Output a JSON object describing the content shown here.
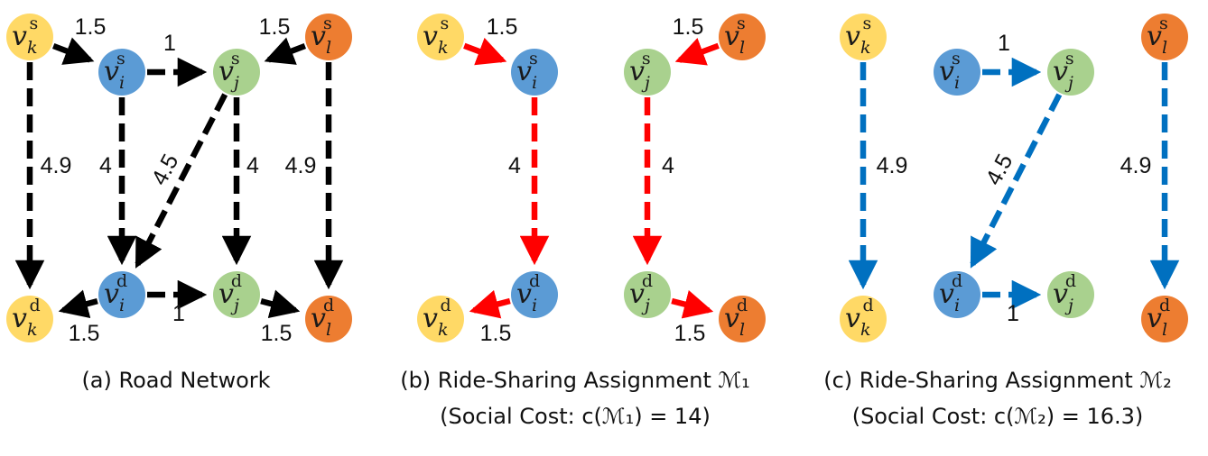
{
  "colors": {
    "k": "#ffd966",
    "i": "#5b9bd5",
    "j": "#a9d18e",
    "l": "#ed7d31",
    "black": "#000000",
    "red": "#ff0000",
    "blue": "#0070c0"
  },
  "node_text": {
    "base": "v",
    "source_sup": "s",
    "dest_sup": "d"
  },
  "panels": [
    {
      "id": "a",
      "caption_lines": [
        "(a) Road Network"
      ],
      "nodes": [
        {
          "id": "ks",
          "letter": "k",
          "type": "s"
        },
        {
          "id": "is",
          "letter": "i",
          "type": "s"
        },
        {
          "id": "js",
          "letter": "j",
          "type": "s"
        },
        {
          "id": "ls",
          "letter": "l",
          "type": "s"
        },
        {
          "id": "kd",
          "letter": "k",
          "type": "d"
        },
        {
          "id": "id",
          "letter": "i",
          "type": "d"
        },
        {
          "id": "jd",
          "letter": "j",
          "type": "d"
        },
        {
          "id": "ld",
          "letter": "l",
          "type": "d"
        }
      ],
      "edges": [
        {
          "from": "ks",
          "to": "is",
          "weight": "1.5",
          "style": "solid",
          "color": "black"
        },
        {
          "from": "is",
          "to": "js",
          "weight": "1",
          "style": "dashed",
          "color": "black"
        },
        {
          "from": "ls",
          "to": "js",
          "weight": "1.5",
          "style": "solid",
          "color": "black"
        },
        {
          "from": "ks",
          "to": "kd",
          "weight": "4.9",
          "style": "dashed",
          "color": "black"
        },
        {
          "from": "is",
          "to": "id",
          "weight": "4",
          "style": "dashed",
          "color": "black"
        },
        {
          "from": "js",
          "to": "id",
          "weight": "4.5",
          "style": "dashed",
          "color": "black"
        },
        {
          "from": "js",
          "to": "jd",
          "weight": "4",
          "style": "dashed",
          "color": "black"
        },
        {
          "from": "ls",
          "to": "ld",
          "weight": "4.9",
          "style": "dashed",
          "color": "black"
        },
        {
          "from": "id",
          "to": "kd",
          "weight": "1.5",
          "style": "solid",
          "color": "black"
        },
        {
          "from": "id",
          "to": "jd",
          "weight": "1",
          "style": "dashed",
          "color": "black"
        },
        {
          "from": "jd",
          "to": "ld",
          "weight": "1.5",
          "style": "solid",
          "color": "black"
        }
      ]
    },
    {
      "id": "b",
      "caption_lines": [
        "(b) Ride-Sharing Assignment ℳ₁",
        "(Social Cost: c(ℳ₁) = 14)"
      ],
      "nodes": [
        {
          "id": "ks",
          "letter": "k",
          "type": "s"
        },
        {
          "id": "is",
          "letter": "i",
          "type": "s"
        },
        {
          "id": "js",
          "letter": "j",
          "type": "s"
        },
        {
          "id": "ls",
          "letter": "l",
          "type": "s"
        },
        {
          "id": "kd",
          "letter": "k",
          "type": "d"
        },
        {
          "id": "id",
          "letter": "i",
          "type": "d"
        },
        {
          "id": "jd",
          "letter": "j",
          "type": "d"
        },
        {
          "id": "ld",
          "letter": "l",
          "type": "d"
        }
      ],
      "edges": [
        {
          "from": "ks",
          "to": "is",
          "weight": "1.5",
          "style": "solid",
          "color": "red"
        },
        {
          "from": "ls",
          "to": "js",
          "weight": "1.5",
          "style": "solid",
          "color": "red"
        },
        {
          "from": "is",
          "to": "id",
          "weight": "4",
          "style": "dashed",
          "color": "red"
        },
        {
          "from": "js",
          "to": "jd",
          "weight": "4",
          "style": "dashed",
          "color": "red"
        },
        {
          "from": "id",
          "to": "kd",
          "weight": "1.5",
          "style": "solid",
          "color": "red"
        },
        {
          "from": "jd",
          "to": "ld",
          "weight": "1.5",
          "style": "solid",
          "color": "red"
        }
      ]
    },
    {
      "id": "c",
      "caption_lines": [
        "(c) Ride-Sharing Assignment ℳ₂",
        "(Social Cost: c(ℳ₂) = 16.3)"
      ],
      "nodes": [
        {
          "id": "ks",
          "letter": "k",
          "type": "s"
        },
        {
          "id": "is",
          "letter": "i",
          "type": "s"
        },
        {
          "id": "js",
          "letter": "j",
          "type": "s"
        },
        {
          "id": "ls",
          "letter": "l",
          "type": "s"
        },
        {
          "id": "kd",
          "letter": "k",
          "type": "d"
        },
        {
          "id": "id",
          "letter": "i",
          "type": "d"
        },
        {
          "id": "jd",
          "letter": "j",
          "type": "d"
        },
        {
          "id": "ld",
          "letter": "l",
          "type": "d"
        }
      ],
      "edges": [
        {
          "from": "is",
          "to": "js",
          "weight": "1",
          "style": "dashed",
          "color": "blue"
        },
        {
          "from": "ks",
          "to": "kd",
          "weight": "4.9",
          "style": "dashed",
          "color": "blue"
        },
        {
          "from": "js",
          "to": "id",
          "weight": "4.5",
          "style": "dashed",
          "color": "blue"
        },
        {
          "from": "ls",
          "to": "ld",
          "weight": "4.9",
          "style": "dashed",
          "color": "blue"
        },
        {
          "from": "id",
          "to": "jd",
          "weight": "1",
          "style": "dashed",
          "color": "blue"
        }
      ]
    }
  ]
}
